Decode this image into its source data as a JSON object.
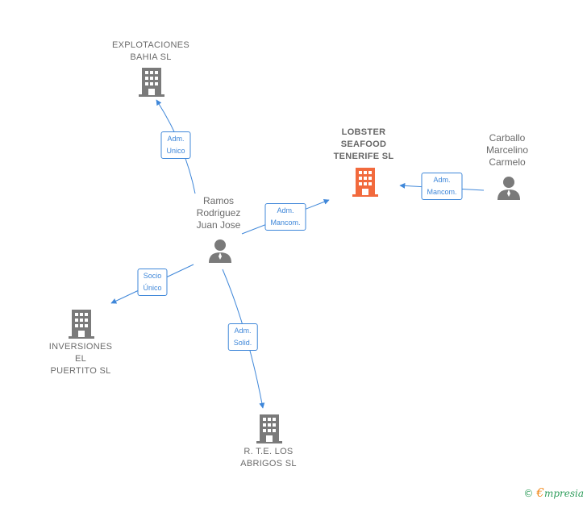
{
  "nodes": {
    "explotaciones": {
      "label": "EXPLOTACIONES\nBAHIA  SL",
      "type": "company"
    },
    "lobster": {
      "label": "LOBSTER\nSEAFOOD\nTENERIFE  SL",
      "type": "company-focus"
    },
    "carballo": {
      "label": "Carballo\nMarcelino\nCarmelo",
      "type": "person"
    },
    "ramos": {
      "label": "Ramos\nRodriguez\nJuan Jose",
      "type": "person"
    },
    "inversiones": {
      "label": "INVERSIONES\nEL\nPUERTITO SL",
      "type": "company"
    },
    "rte": {
      "label": "R. T.E. LOS\nABRIGOS SL",
      "type": "company"
    }
  },
  "edges": {
    "e1": {
      "label": "Adm.\nUnico",
      "from": "ramos",
      "to": "explotaciones"
    },
    "e2": {
      "label": "Adm.\nMancom.",
      "from": "ramos",
      "to": "lobster"
    },
    "e3": {
      "label": "Adm.\nMancom.",
      "from": "carballo",
      "to": "lobster"
    },
    "e4": {
      "label": "Socio\nÚnico",
      "from": "ramos",
      "to": "inversiones"
    },
    "e5": {
      "label": "Adm.\nSolid.",
      "from": "ramos",
      "to": "rte"
    }
  },
  "colors": {
    "edge": "#3f87d9",
    "company_icon": "#7a7a7a",
    "focus_icon": "#f26a3d",
    "person_icon": "#7a7a7a"
  },
  "footer": {
    "copyright": "©",
    "brand_initial": "€",
    "brand_rest": "mpresia"
  }
}
